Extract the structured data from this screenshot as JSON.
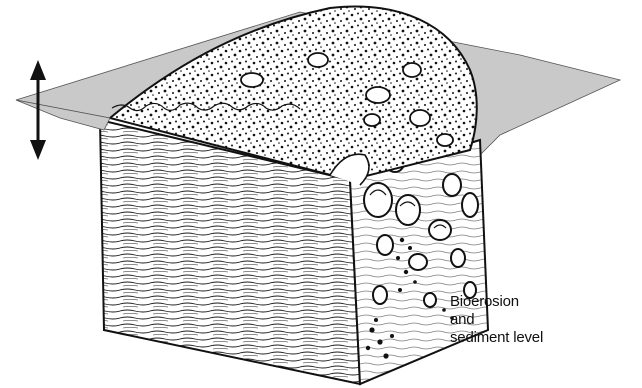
{
  "annotation": {
    "lines": [
      "Bioerosion",
      "and",
      "sediment level"
    ]
  },
  "colors": {
    "ink": "#111111",
    "water_plane": "#c9c9c9",
    "background": "#ffffff"
  },
  "icons": {
    "level_change": "double-headed-vertical-arrow"
  }
}
